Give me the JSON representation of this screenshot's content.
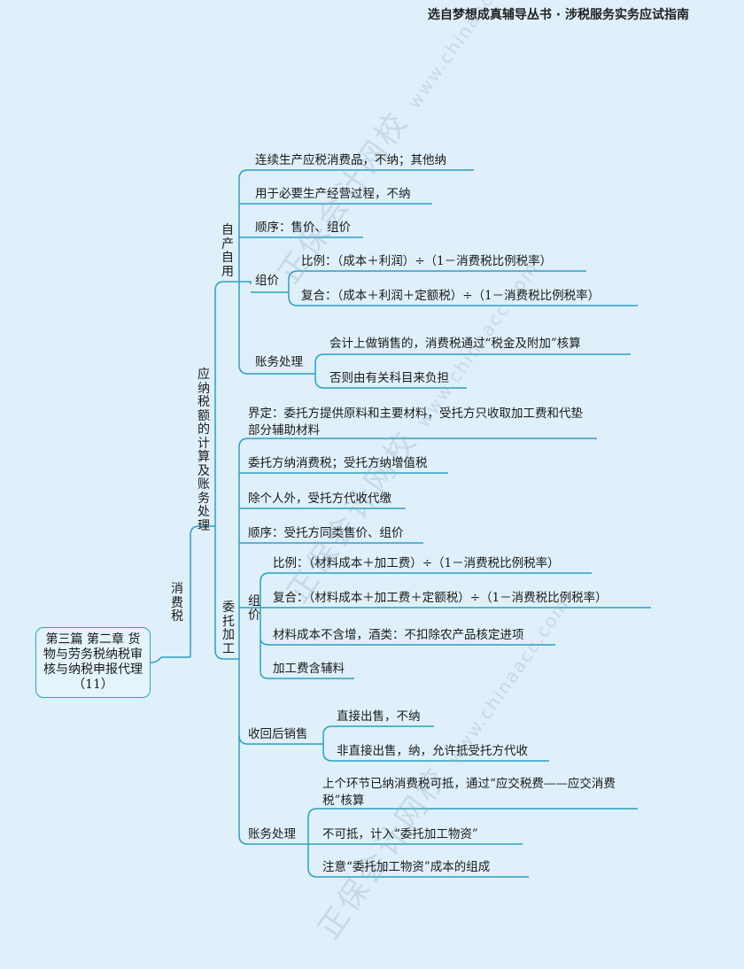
{
  "header": "选自梦想成真辅导丛书 · 涉税服务实务应试指南",
  "root": "第三篇 第二章 货物与劳务税纳税审核与纳税申报代理（11）",
  "level1": "消费税",
  "level2": "应纳税额的计算及账务处理",
  "self_use": {
    "title": "自产自用",
    "items": [
      "连续生产应税消费品，不纳；其他纳",
      "用于必要生产经营过程，不纳",
      "顺序：售价、组价"
    ],
    "group_price": {
      "title": "组价",
      "ratio": "比例：（成本＋利润）÷（1－消费税比例税率）",
      "compound": "复合：（成本＋利润＋定额税）÷（1－消费税比例税率）"
    },
    "accounting": {
      "title": "账务处理",
      "items": [
        "会计上做销售的，消费税通过“税金及附加”核算",
        "否则由有关科目来负担"
      ]
    }
  },
  "processing": {
    "title": "委托加工",
    "items": [
      "界定：委托方提供原料和主要材料，受托方只收取加工费和代垫部分辅助材料",
      "委托方纳消费税；受托方纳增值税",
      "除个人外，受托方代收代缴",
      "顺序：受托方同类售价、组价"
    ],
    "group_price": {
      "title": "组价",
      "items": [
        "比例：（材料成本＋加工费）÷（1－消费税比例税率）",
        "复合：（材料成本＋加工费＋定额税）÷（1－消费税比例税率）",
        "材料成本不含增，酒类：不扣除农产品核定进项",
        "加工费含辅料"
      ]
    },
    "resale": {
      "title": "收回后销售",
      "items": [
        "直接出售，不纳",
        "非直接出售，纳，允许抵受托方代收"
      ]
    },
    "accounting": {
      "title": "账务处理",
      "items": [
        "上个环节已纳消费税可抵，通过“应交税费——应交消费税”核算",
        "不可抵，计入“委托加工物资”",
        "注意“委托加工物资”成本的组成"
      ]
    }
  },
  "watermark": {
    "text": "正保会计网校",
    "url": "www.chinaacc.com"
  },
  "colors": {
    "line": "#2ba0c4",
    "background": "#dff0fa"
  }
}
